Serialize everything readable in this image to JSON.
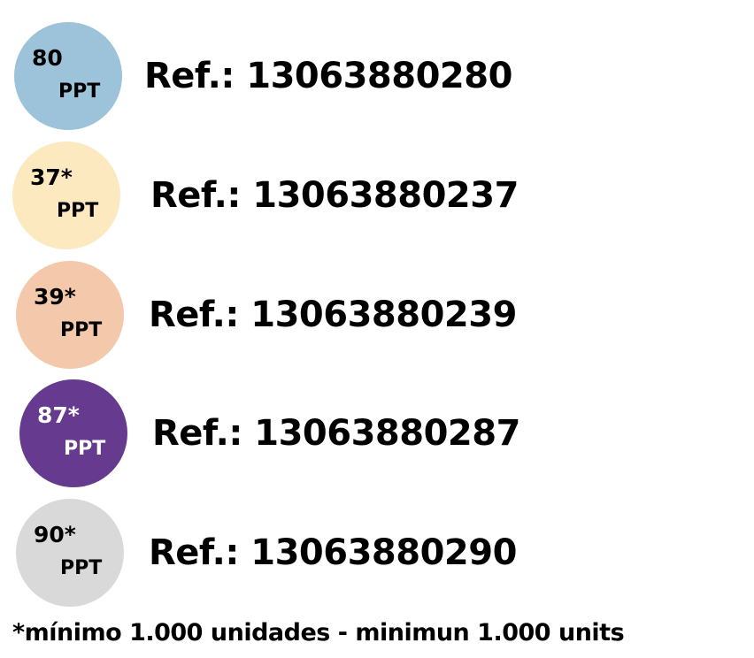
{
  "items": [
    {
      "value": "80",
      "unit": "PPT",
      "ref": "Ref.: 13063880280",
      "color": "#9cc3da",
      "text_color": "#000000"
    },
    {
      "value": "37*",
      "unit": "PPT",
      "ref": "Ref.: 13063880237",
      "color": "#fde9bf",
      "text_color": "#000000"
    },
    {
      "value": "39*",
      "unit": "PPT",
      "ref": "Ref.: 13063880239",
      "color": "#f3c8ab",
      "text_color": "#000000"
    },
    {
      "value": "87*",
      "unit": "PPT",
      "ref": "Ref.: 13063880287",
      "color": "#653a8f",
      "text_color": "#ffffff"
    },
    {
      "value": "90*",
      "unit": "PPT",
      "ref": "Ref.: 13063880290",
      "color": "#d9d9d9",
      "text_color": "#000000"
    }
  ],
  "footnote": "*mínimo 1.000 unidades - minimun 1.000 units"
}
